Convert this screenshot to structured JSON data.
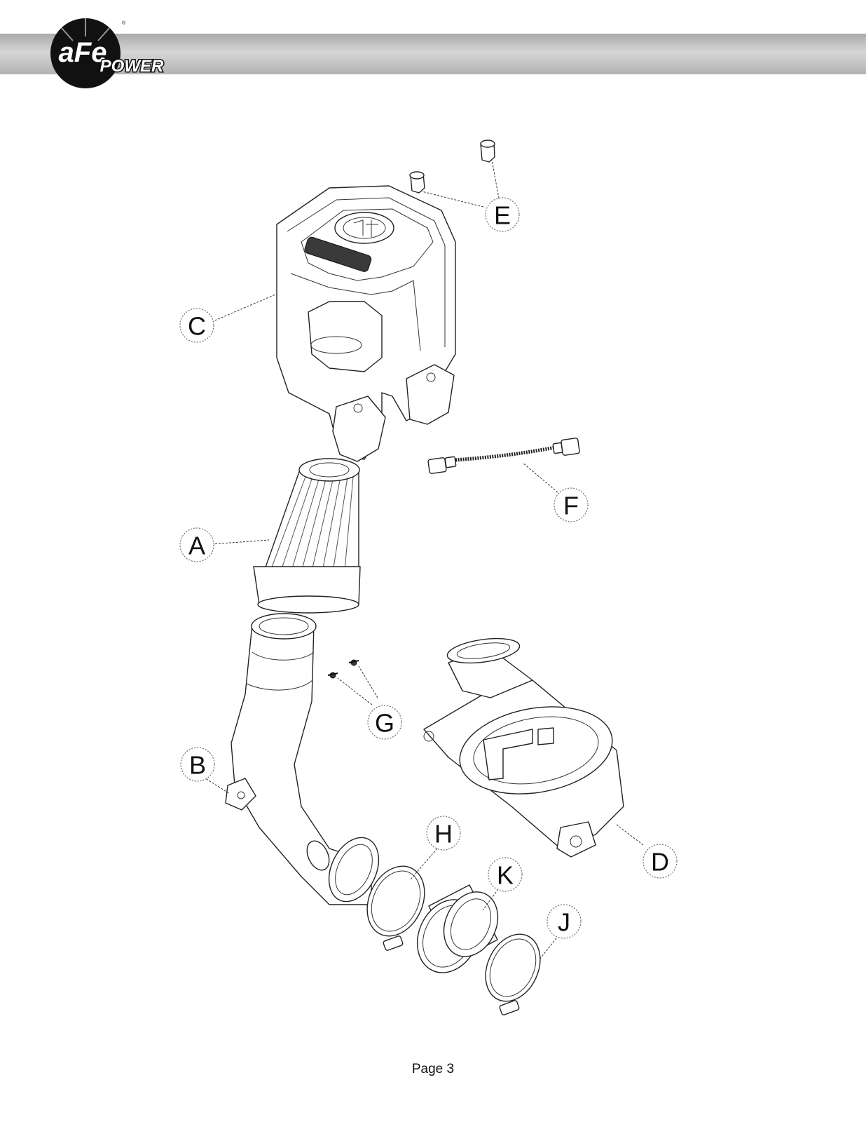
{
  "brand": {
    "logo_text": "aFe",
    "logo_subtext": "POWER",
    "header_color": "#b8b8b8"
  },
  "callouts": [
    {
      "id": "A",
      "label": "A"
    },
    {
      "id": "B",
      "label": "B"
    },
    {
      "id": "C",
      "label": "C"
    },
    {
      "id": "D",
      "label": "D"
    },
    {
      "id": "E",
      "label": "E"
    },
    {
      "id": "F",
      "label": "F"
    },
    {
      "id": "G",
      "label": "G"
    },
    {
      "id": "H",
      "label": "H"
    },
    {
      "id": "J",
      "label": "J"
    },
    {
      "id": "K",
      "label": "K"
    }
  ],
  "footer": {
    "page_label": "Page 3"
  }
}
